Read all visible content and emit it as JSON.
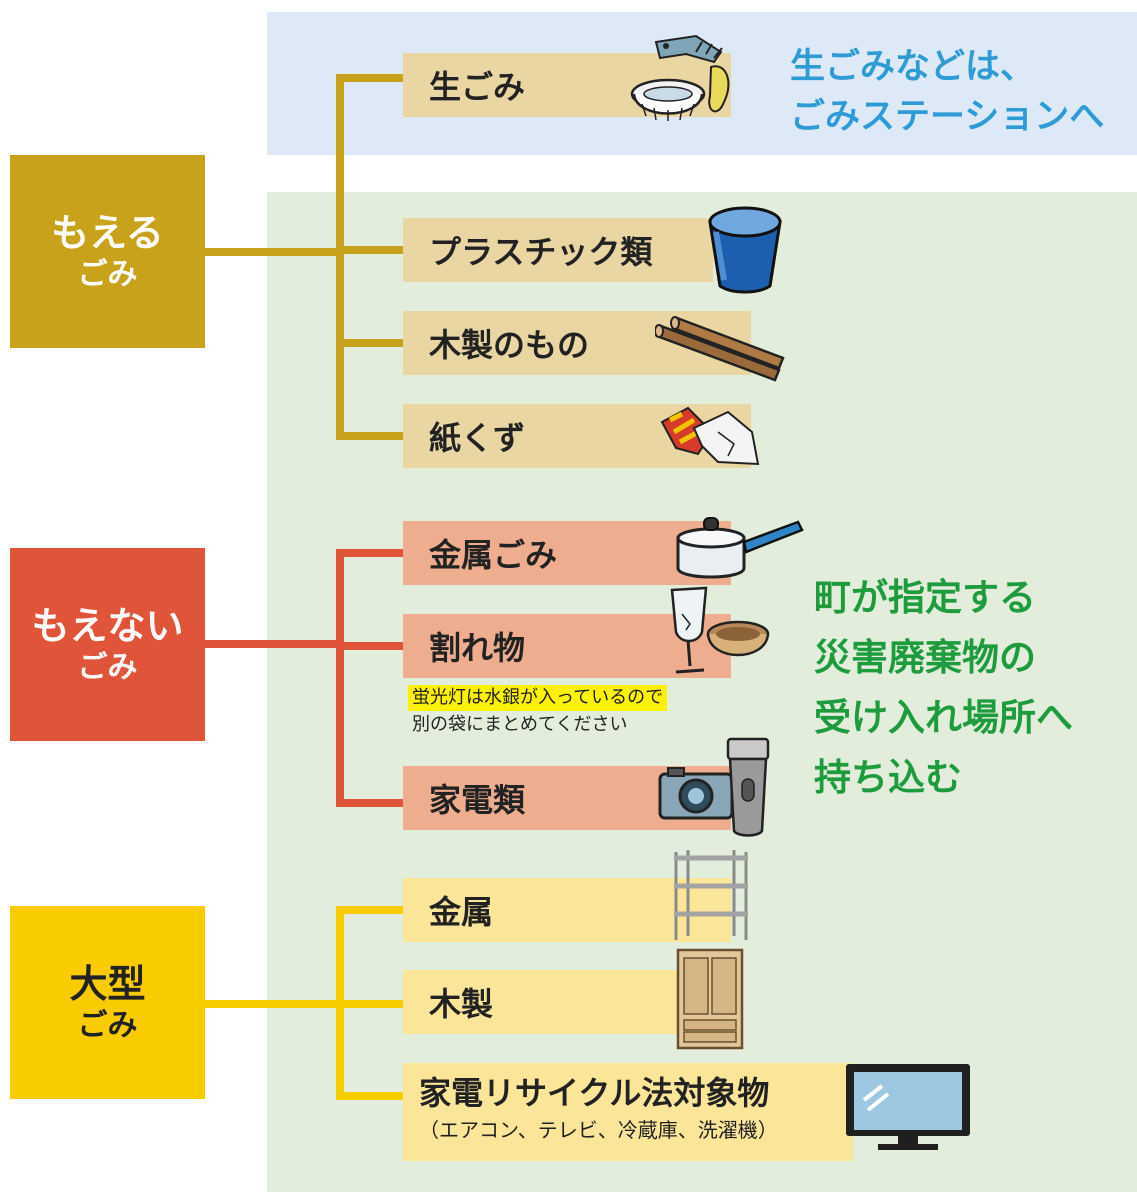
{
  "categories": {
    "moeru": {
      "line1": "もえる",
      "line2": "ごみ"
    },
    "moenai": {
      "line1": "もえない",
      "line2": "ごみ"
    },
    "oogata": {
      "line1": "大型",
      "line2": "ごみ"
    }
  },
  "items": {
    "namagomi": "生ごみ",
    "plastic": "プラスチック類",
    "wood": "木製のもの",
    "paper": "紙くず",
    "metal_gomi": "金属ごみ",
    "broken": "割れ物",
    "appliances": "家電類",
    "metal": "金属",
    "wooden": "木製",
    "recycle": "家電リサイクル法対象物",
    "recycle_sub": "（エアコン、テレビ、冷蔵庫、洗濯機）"
  },
  "fluorescent_note": {
    "line1": "蛍光灯は水銀が入っているので",
    "line2": "別の袋にまとめてください"
  },
  "blue_note": {
    "line1": "生ごみなどは、",
    "line2": "ごみステーションへ"
  },
  "green_note": {
    "line1": "町が指定する",
    "line2": "災害廃棄物の",
    "line3": "受け入れ場所へ",
    "line4": "持ち込む"
  },
  "colors": {
    "moeru": "#c9a21b",
    "moenai": "#e0543a",
    "oogata": "#f9cc00",
    "blue_text": "#2f9bd6",
    "green_text": "#1e9b3c"
  },
  "icons": [
    "fish-scraps-icon",
    "bucket-icon",
    "wood-sticks-icon",
    "paper-scraps-icon",
    "pot-icon",
    "broken-glass-icon",
    "camera-icon",
    "shaver-icon",
    "metal-rack-icon",
    "cabinet-icon",
    "tv-icon"
  ]
}
